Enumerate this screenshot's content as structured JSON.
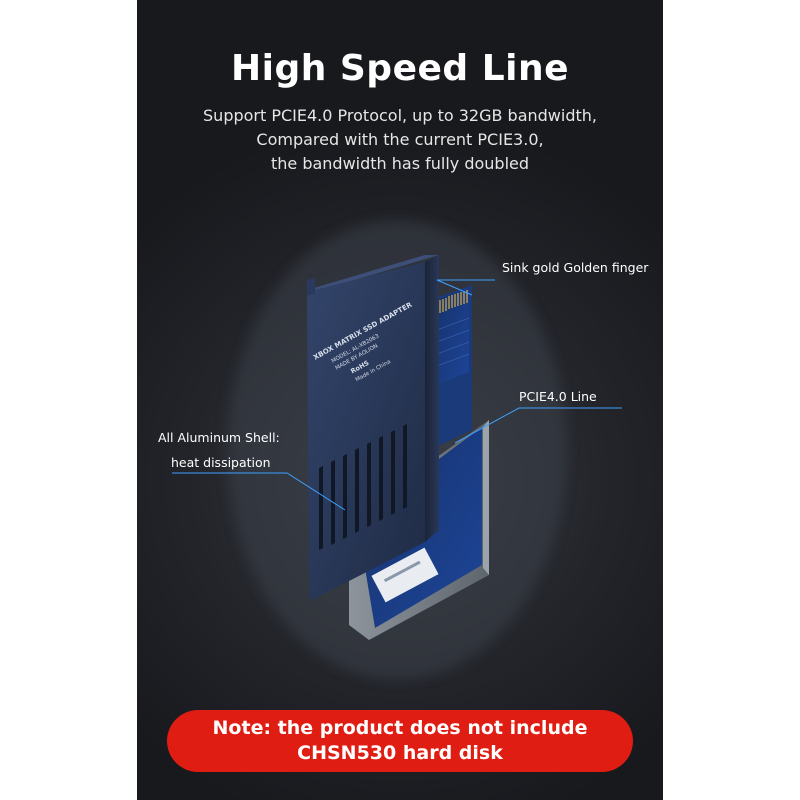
{
  "title": "High Speed Line",
  "subtitle": [
    "Support PCIE4.0 Protocol, up to 32GB bandwidth,",
    "Compared with the current PCIE3.0,",
    "the bandwidth has fully doubled"
  ],
  "callouts": {
    "golden_finger": "Sink gold Golden finger",
    "pcie_line": "PCIE4.0 Line",
    "shell_line1": "All Aluminum Shell:",
    "shell_line2": "heat dissipation"
  },
  "product_label": {
    "line1": "XBOX MATRIX SSD ADAPTER",
    "line2": "MODEL: AL-XB2063",
    "line3": "MADE BY AOLION",
    "line4": "RoHS",
    "line5": "Made in China"
  },
  "note": {
    "line1": "Note: the product does not include",
    "line2": "CHSN530 hard disk"
  },
  "colors": {
    "background": "#23252b",
    "shell": "#2c3a5c",
    "pcb": "#1c3f86",
    "gold": "#c9a44a",
    "callout_line": "#3da0ff",
    "note_bg": "#e01d12"
  }
}
